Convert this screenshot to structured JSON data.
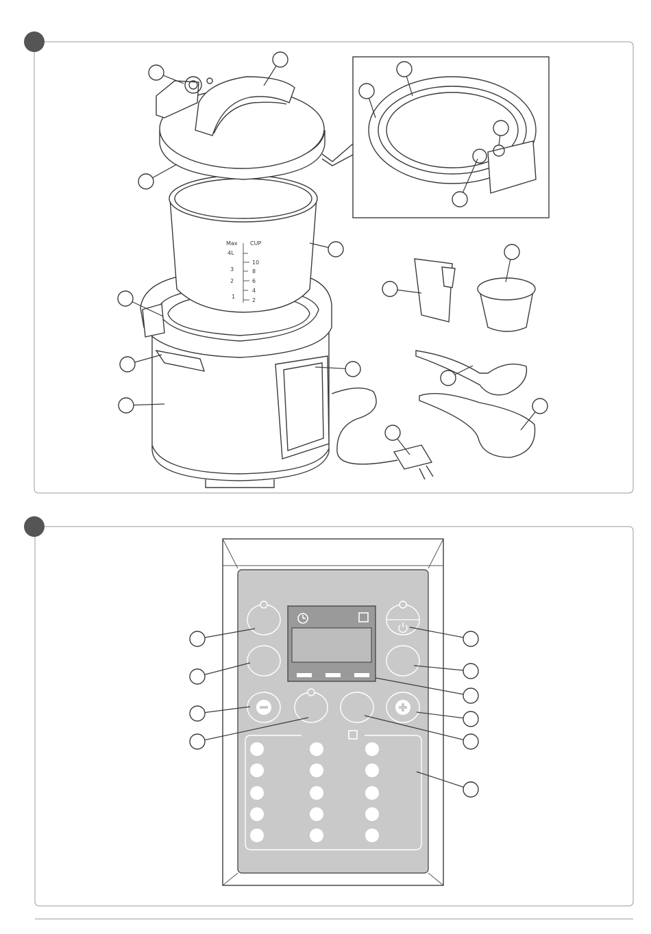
{
  "figure_a": {
    "measuring_scale": {
      "header": [
        "CUP",
        "Max"
      ],
      "labels": [
        "4L",
        "10",
        "3",
        "8",
        "2",
        "6",
        "4",
        "1",
        "2"
      ]
    }
  },
  "colors": {
    "line": "#3a3a3a",
    "panel_gray": "#c9c9c9",
    "panel_inner": "#bdbdbd",
    "display": "#9a9a9a",
    "marker_dot": "#555555"
  },
  "icons": {
    "timer": "clock-icon",
    "stop": "square-icon",
    "power": "power-icon",
    "minus": "minus-icon",
    "plus": "plus-icon"
  }
}
